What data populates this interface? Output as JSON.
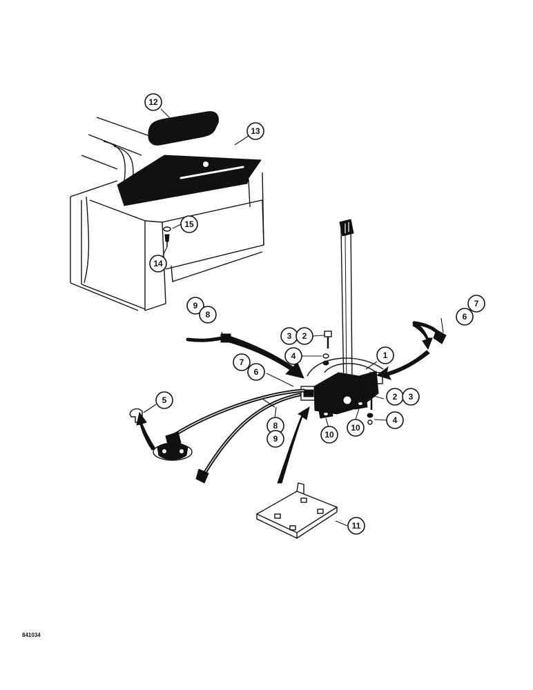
{
  "diagram": {
    "reference_code": "841034",
    "callouts": [
      "12",
      "13",
      "15",
      "14",
      "9",
      "8",
      "3",
      "2",
      "4",
      "7",
      "6",
      "1",
      "7",
      "6",
      "5",
      "8",
      "9",
      "10",
      "10",
      "2",
      "3",
      "4",
      "11"
    ]
  }
}
